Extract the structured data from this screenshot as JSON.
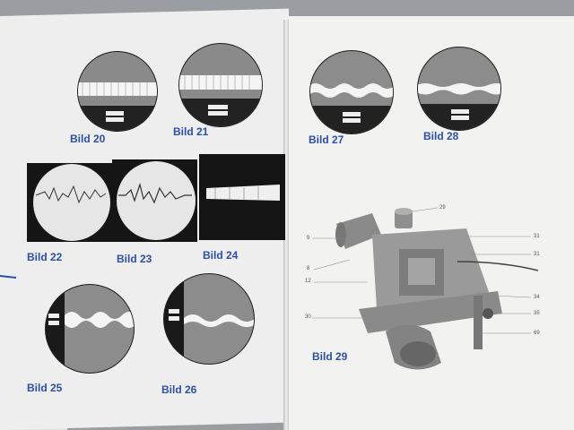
{
  "captions": {
    "bild20": "Bild 20",
    "bild21": "Bild 21",
    "bild22": "Bild 22",
    "bild23": "Bild 23",
    "bild24": "Bild 24",
    "bild25": "Bild 25",
    "bild26": "Bild 26",
    "bild27": "Bild 27",
    "bild28": "Bild 28",
    "bild29": "Bild 29"
  },
  "callouts": {
    "c9": "9",
    "c8": "8",
    "c12": "12",
    "c30": "30",
    "c31": "31",
    "c32": "31",
    "c34": "34",
    "c35": "35",
    "c69": "69",
    "ctop": "29"
  },
  "colors": {
    "caption": "#2a4fae",
    "paper": "#f2f2f0",
    "background": "#9a9ea3"
  }
}
